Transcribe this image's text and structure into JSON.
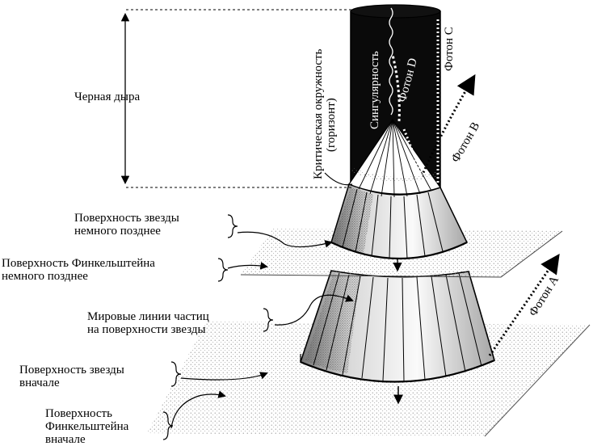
{
  "labels": {
    "black_hole": "Черная дыра",
    "critical_circle_line1": "Критическая окружность",
    "critical_circle_line2": "(горизонт)",
    "singularity": "Сингулярность",
    "photon_d": "Фотон D",
    "photon_c": "Фотон C",
    "photon_b": "Фотон B",
    "photon_a": "Фотон A",
    "star_surface_later_line1": "Поверхность звезды",
    "star_surface_later_line2": "немного позднее",
    "finkelstein_later_line1": "Поверхность Финкельштейна",
    "finkelstein_later_line2": "немного позднее",
    "world_lines_line1": "Мировые линии частиц",
    "world_lines_line2": "на поверхности звезды",
    "star_surface_initial_line1": "Поверхность звезды",
    "star_surface_initial_line2": "вначале",
    "finkelstein_initial_line1": "Поверхность",
    "finkelstein_initial_line2": "Финкельштейна",
    "finkelstein_initial_line3": "вначале"
  },
  "colors": {
    "ink": "#000000",
    "black_hole_fill": "#0a0a0a",
    "stipple": "#7a7a7a",
    "paper": "#ffffff"
  }
}
